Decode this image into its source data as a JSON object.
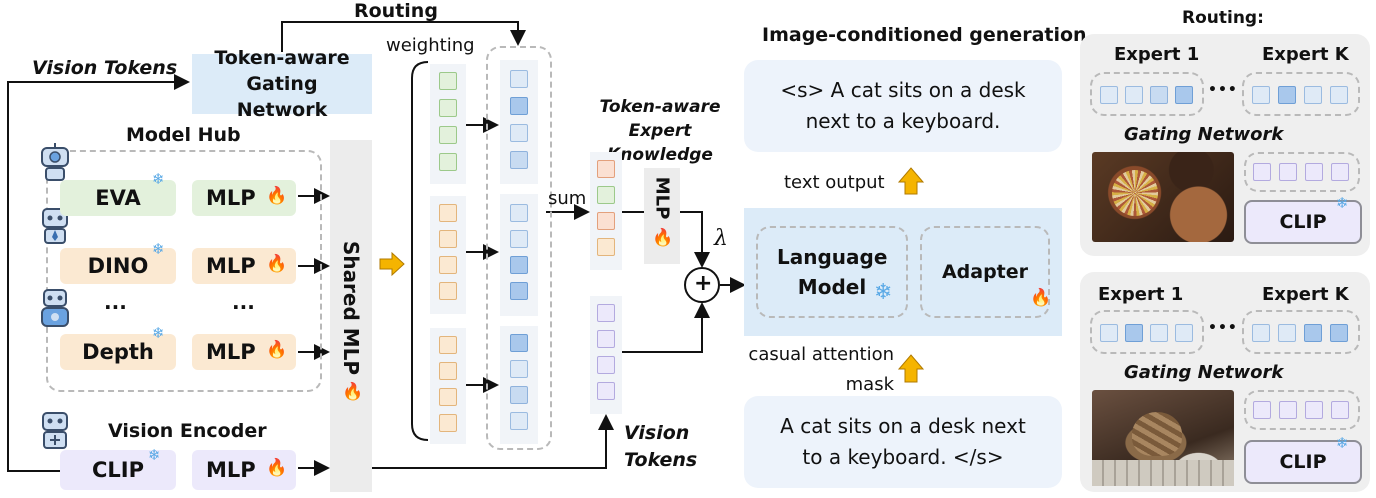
{
  "left": {
    "routing_label": "Routing",
    "vision_tokens_label": "Vision Tokens",
    "gating_network": "Token-aware Gating Network",
    "weighting_label": "weighting",
    "model_hub_label": "Model Hub",
    "experts": [
      {
        "name": "EVA",
        "mlp": "MLP"
      },
      {
        "name": "DINO",
        "mlp": "MLP"
      },
      {
        "name": "Depth",
        "mlp": "MLP"
      }
    ],
    "ellipsis": "...",
    "vision_encoder_label": "Vision Encoder",
    "encoder": {
      "name": "CLIP",
      "mlp": "MLP"
    },
    "shared_mlp": "Shared MLP",
    "expert_knowledge_label": "Token-aware Expert Knowledge",
    "sum_label": "sum",
    "mlp_label": "MLP",
    "lambda": "λ",
    "plus": "+",
    "vision_tokens_bottom": "Vision Tokens"
  },
  "middle": {
    "title": "Image-conditioned generation",
    "output_text": "<s> A cat sits on a desk next to a keyboard.",
    "text_output_label": "text output",
    "language_model": "Language Model",
    "adapter": "Adapter",
    "mask_label": "casual attention mask",
    "input_text": "A cat sits on a desk next to a keyboard. </s>"
  },
  "right": {
    "title": "Routing:",
    "panels": [
      {
        "expert_1": "Expert 1",
        "expert_k": "Expert K",
        "dots": "•••",
        "gating": "Gating Network",
        "clip": "CLIP",
        "image": "donuts-photo"
      },
      {
        "expert_1": "Expert 1",
        "expert_k": "Expert K",
        "dots": "•••",
        "gating": "Gating Network",
        "clip": "CLIP",
        "image": "cat-photo"
      }
    ]
  },
  "colors": {
    "gating_bg": "#dcebf8",
    "eva_bg": "#e3f1dc",
    "dino_bg": "#fbe9d2",
    "depth_bg": "#fbe9d2",
    "clip_bg": "#ece9fb",
    "shared_mlp_bg": "#ececec",
    "lm_bg": "#dcebf8",
    "arrow_up": "#f5b400",
    "weight_cell": "#a9c8ec"
  }
}
